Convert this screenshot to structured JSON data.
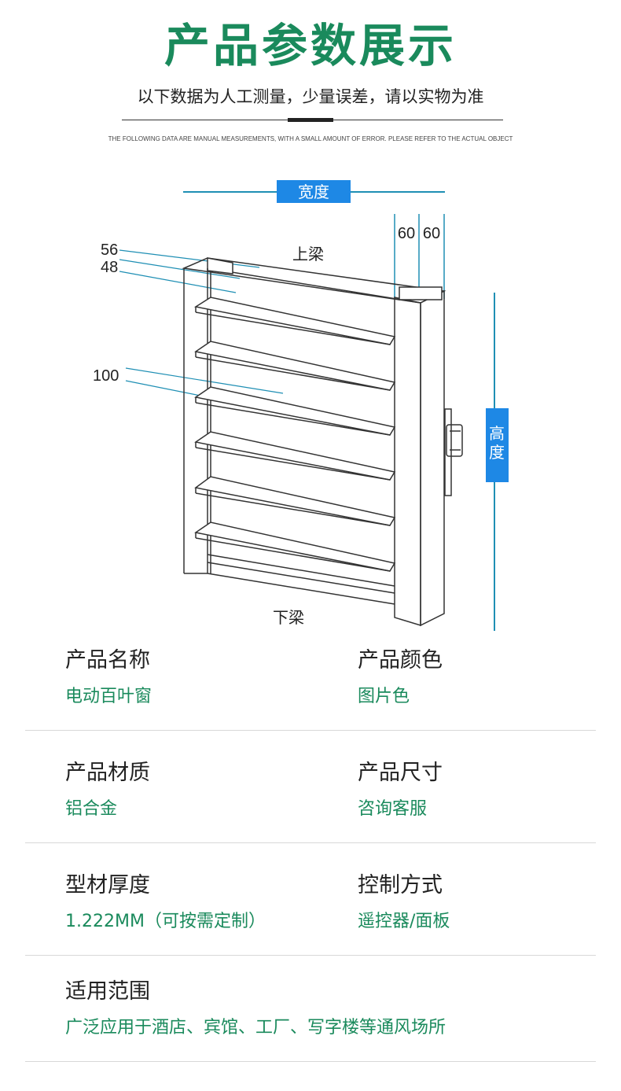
{
  "header": {
    "title": "产品参数展示",
    "subtitle": "以下数据为人工测量，少量误差，请以实物为准",
    "note_en": "THE FOLLOWING DATA ARE MANUAL MEASUREMENTS, WITH A SMALL AMOUNT OF ERROR. PLEASE REFER TO THE ACTUAL OBJECT"
  },
  "diagram": {
    "width_label": "宽度",
    "height_label_1": "高",
    "height_label_2": "度",
    "top_beam": "上梁",
    "bottom_beam": "下梁",
    "dim_56": "56",
    "dim_48": "48",
    "dim_100": "100",
    "dim_60a": "60",
    "dim_60b": "60",
    "badge_color": "#1e88e5",
    "line_color": "#1f8fb4"
  },
  "specs": [
    {
      "left_label": "产品名称",
      "left_value": "电动百叶窗",
      "right_label": "产品颜色",
      "right_value": "图片色"
    },
    {
      "left_label": "产品材质",
      "left_value": "铝合金",
      "right_label": "产品尺寸",
      "right_value": "咨询客服"
    },
    {
      "left_label": "型材厚度",
      "left_value": "1.222MM（可按需定制）",
      "right_label": "控制方式",
      "right_value": "遥控器/面板"
    },
    {
      "left_label": "适用范围",
      "left_value": "广泛应用于酒店、宾馆、工厂、写字楼等通风场所"
    }
  ],
  "colors": {
    "accent": "#1a8a5c",
    "text": "#222222"
  }
}
